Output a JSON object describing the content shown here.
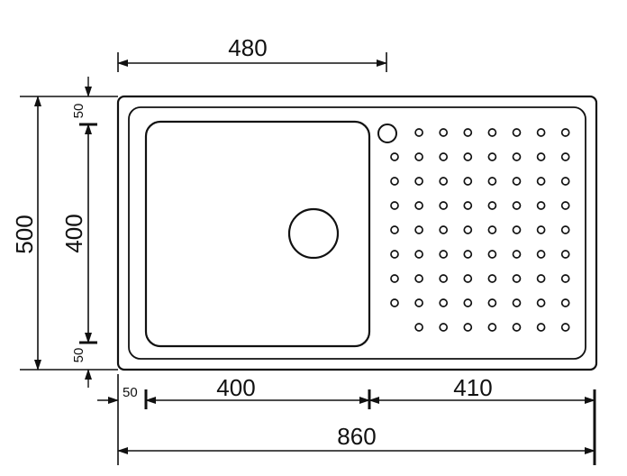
{
  "dimensions": {
    "top_width": "480",
    "total_height": "500",
    "bowl_height": "400",
    "top_margin": "50",
    "bottom_margin": "50",
    "left_margin": "50",
    "bowl_width": "400",
    "drainer_width": "410",
    "total_width": "860"
  },
  "drainer_holes": {
    "columns": 8,
    "rows": 9
  },
  "colors": {
    "line": "#111111",
    "background": "#ffffff"
  }
}
